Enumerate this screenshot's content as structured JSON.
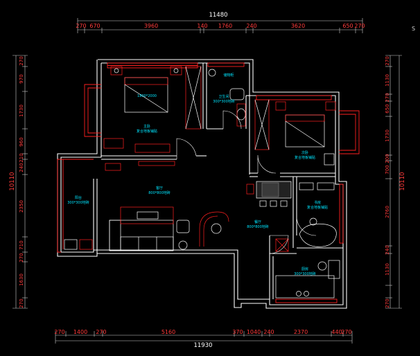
{
  "plan": {
    "corner_mark": "S",
    "top_total": "11480",
    "top_segments": [
      "270",
      "670",
      "3960",
      "140",
      "1760",
      "240",
      "3620",
      "650",
      "270"
    ],
    "bottom_segments": [
      "270",
      "1400",
      "270",
      "5160",
      "370",
      "1040",
      "240",
      "2370",
      "440",
      "270"
    ],
    "bottom_total": "11930",
    "left_total": "10110",
    "left_segments": [
      "270",
      "970",
      "1730",
      "960",
      "210",
      "240",
      "2350",
      "710",
      "270",
      "1630",
      "270"
    ],
    "right_total": "10110",
    "right_segments": [
      "270",
      "1130",
      "270",
      "650",
      "1730",
      "200",
      "700",
      "2760",
      "240",
      "1130",
      "270"
    ],
    "rooms": {
      "master_bed_size": "1800*2000",
      "master_bedroom": "主卧",
      "master_bedroom_floor": "复合地板铺贴",
      "storage": "储物柜",
      "bathroom": "卫生间",
      "bathroom_floor": "300*300地砖",
      "second_bedroom": "次卧",
      "second_bedroom_floor": "复合地板铺贴",
      "living_room": "客厅",
      "living_room_floor": "800*800地砖",
      "balcony": "阳台",
      "balcony_floor": "300*300地砖",
      "dining_room": "餐厅",
      "dining_room_floor": "800*800地砖",
      "study": "书房",
      "study_floor": "复合地板铺贴",
      "kitchen": "厨房",
      "kitchen_floor": "300*300地砖"
    }
  },
  "colors": {
    "background": "#000000",
    "wall": "#ffffff",
    "dimension": "#ff3b3b",
    "label": "#00e5ff",
    "furniture": "#ffffff",
    "accent": "#ff2020"
  }
}
